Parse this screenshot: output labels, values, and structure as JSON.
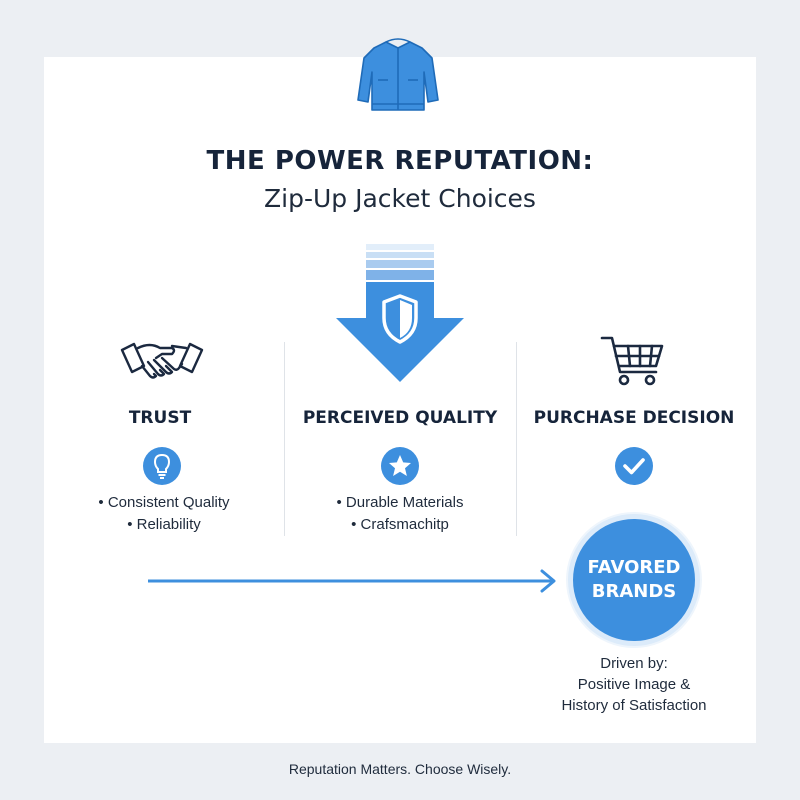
{
  "header": {
    "title": "THE POWER REPUTATION:",
    "subtitle": "Zip-Up Jacket Choices"
  },
  "columns": [
    {
      "heading": "TRUST",
      "top_icon": "handshake-icon",
      "badge_icon": "lightbulb-icon",
      "bullets": [
        "• Consistent Quality",
        "• Reliability"
      ]
    },
    {
      "heading": "PERCEIVED QUALITY",
      "top_icon": "shield-down-arrow-icon",
      "badge_icon": "star-icon",
      "bullets": [
        "• Durable Materials",
        "• Crafsmachitp"
      ]
    },
    {
      "heading": "PURCHASE DECISION",
      "top_icon": "shopping-cart-icon",
      "badge_icon": "checkmark-icon",
      "bullets": []
    }
  ],
  "outcome": {
    "line1": "FAVORED",
    "line2": "BRANDS",
    "driven_lines": [
      "Driven by:",
      "Positive Image &",
      "History of Satisfaction"
    ]
  },
  "footer": "Reputation Matters. Choose Wisely.",
  "colors": {
    "accent": "#3d8fde",
    "dark_text": "#16243a",
    "card_background": "#ffffff",
    "page_background": "#eceff3"
  }
}
